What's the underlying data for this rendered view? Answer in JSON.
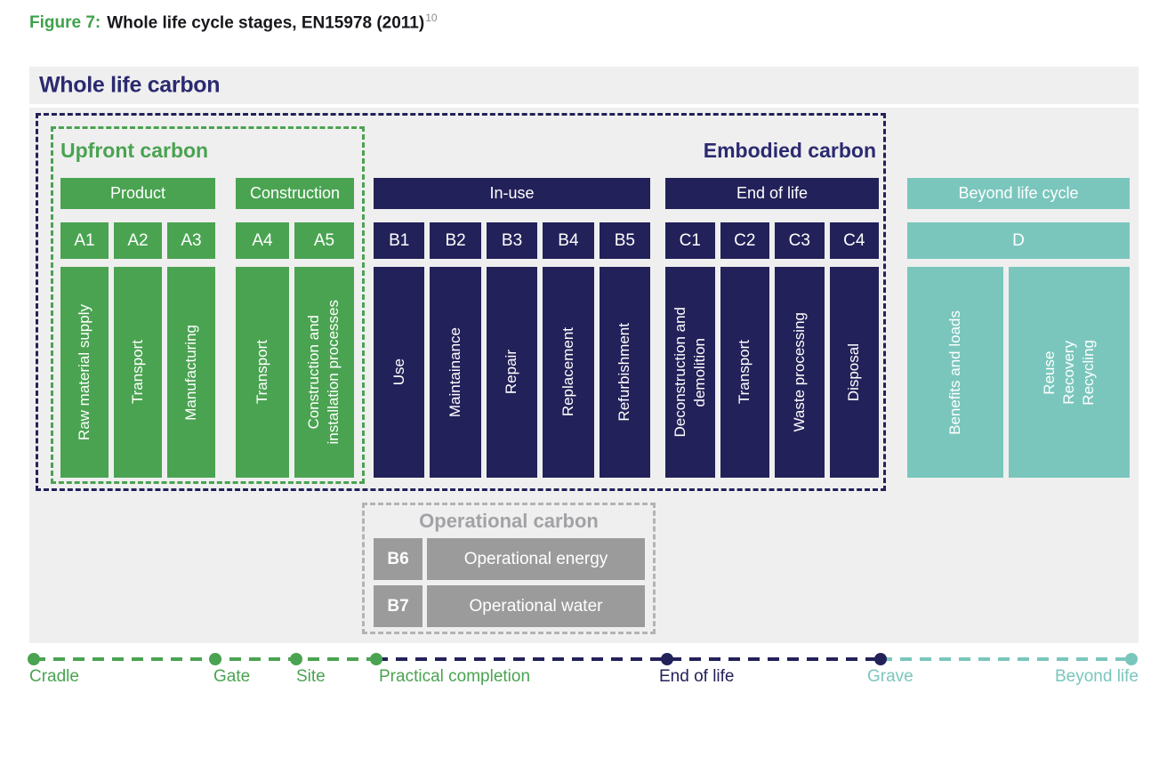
{
  "figure": {
    "label": "Figure 7:",
    "title": "Whole life cycle stages, EN15978 (2011)",
    "footnote": "10"
  },
  "panel": {
    "title": "Whole life carbon"
  },
  "sections": {
    "upfront": "Upfront carbon",
    "embodied": "Embodied carbon",
    "operational": "Operational carbon"
  },
  "groups": {
    "product": {
      "header": "Product",
      "codes": [
        "A1",
        "A2",
        "A3"
      ],
      "stages": [
        "Raw material supply",
        "Transport",
        "Manufacturing"
      ]
    },
    "construction": {
      "header": "Construction",
      "codes": [
        "A4",
        "A5"
      ],
      "stages": [
        "Transport",
        "Construction and\ninstallation processes"
      ]
    },
    "in_use": {
      "header": "In-use",
      "codes": [
        "B1",
        "B2",
        "B3",
        "B4",
        "B5"
      ],
      "stages": [
        "Use",
        "Maintainance",
        "Repair",
        "Replacement",
        "Refurbishment"
      ]
    },
    "end_of_life": {
      "header": "End of life",
      "codes": [
        "C1",
        "C2",
        "C3",
        "C4"
      ],
      "stages": [
        "Deconstruction and\ndemolition",
        "Transport",
        "Waste processing",
        "Disposal"
      ]
    },
    "beyond": {
      "header": "Beyond life cycle",
      "codes": [
        "D"
      ],
      "stages": [
        "Benefits and loads",
        "Reuse\nRecovery\nRecycling"
      ]
    }
  },
  "operational": {
    "rows": [
      {
        "code": "B6",
        "label": "Operational energy"
      },
      {
        "code": "B7",
        "label": "Operational water"
      }
    ]
  },
  "timeline": {
    "labels": [
      "Cradle",
      "Gate",
      "Site",
      "Practical completion",
      "End of life",
      "Grave",
      "Beyond life"
    ]
  },
  "colors": {
    "green": "#4aa351",
    "navy": "#232159",
    "navy_text": "#2b2a70",
    "teal": "#7ac6bd",
    "gray_box": "#9b9b9c",
    "gray_text": "#a2a2a6",
    "gray_dash": "#b3b3b3",
    "panel_bg": "#efefef",
    "title_green": "#3fa24c",
    "title_dark": "#17171c"
  }
}
